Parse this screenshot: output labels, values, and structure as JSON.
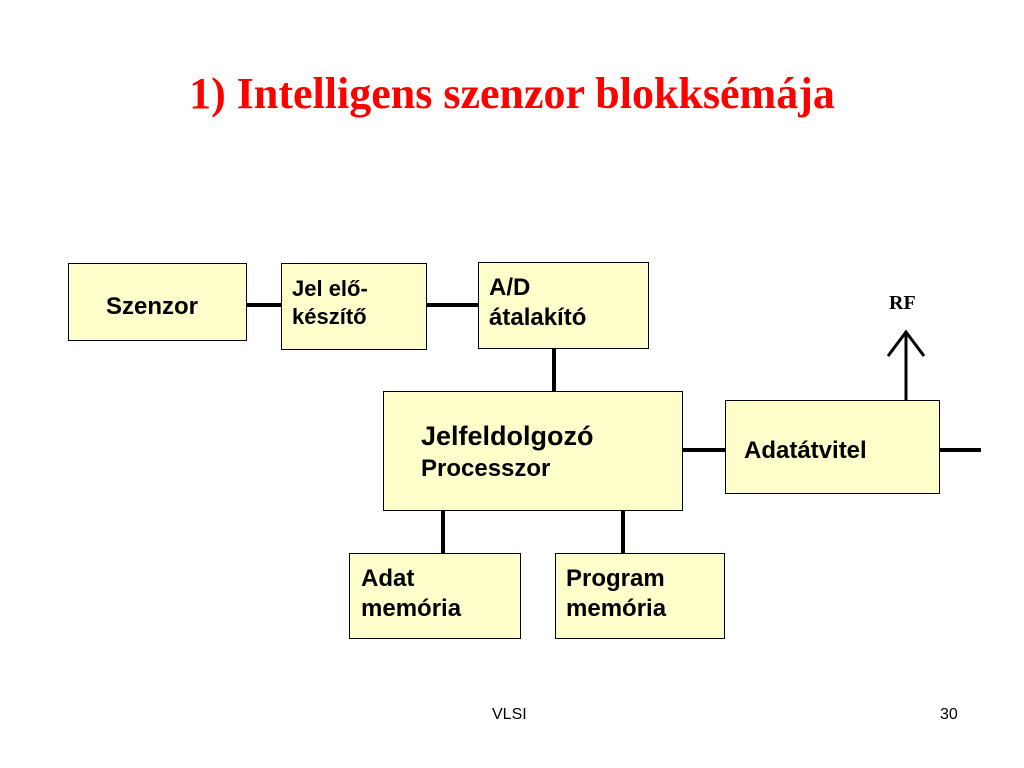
{
  "slide": {
    "title": "1) Intelligens szenzor blokksémája",
    "footer_center": "VLSI",
    "page_number": "30"
  },
  "diagram": {
    "rf_label": "RF",
    "blocks": {
      "szenzor": {
        "line1": "Szenzor"
      },
      "jel": {
        "line1": "Jel elő-",
        "line2": "készítő"
      },
      "ad": {
        "line1": "A/D",
        "line2": "átalakító"
      },
      "processzor": {
        "line1": "Jelfeldolgozó",
        "line2": "Processzor"
      },
      "adatatvitel": {
        "line1": "Adatátvitel"
      },
      "adat_memoria": {
        "line1": "Adat",
        "line2": "memória"
      },
      "program_memoria": {
        "line1": "Program",
        "line2": "memória"
      }
    },
    "colors": {
      "box_fill": "#ffffcc",
      "title": "#ff0000"
    }
  }
}
